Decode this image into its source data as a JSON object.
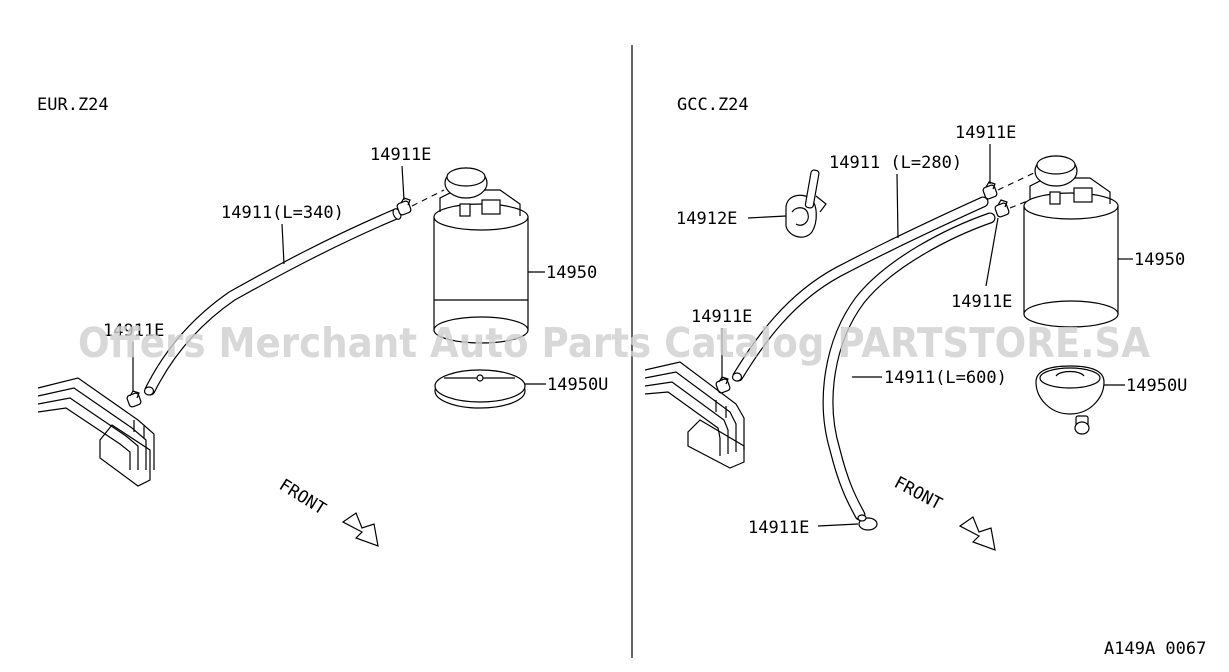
{
  "sections": {
    "left": {
      "title": "EUR.Z24",
      "labels": {
        "clamp_top": "14911E",
        "hose": "14911(L=340)",
        "clamp_bottom": "14911E",
        "canister": "14950",
        "cap": "14950U",
        "front": "FRONT"
      }
    },
    "right": {
      "title": "GCC.Z24",
      "labels": {
        "clamp_top": "14911E",
        "hose_upper": "14911 (L=280)",
        "bracket": "14912E",
        "clamp_left": "14911E",
        "canister": "14950",
        "clamp_mid": "14911E",
        "hose_lower": "14911(L=600)",
        "cap": "14950U",
        "clamp_bottom": "14911E",
        "front": "FRONT"
      }
    }
  },
  "watermark": "Offers Merchant Auto Parts Catalog PARTSTORE.SA",
  "figure_code": "A149A 0067"
}
